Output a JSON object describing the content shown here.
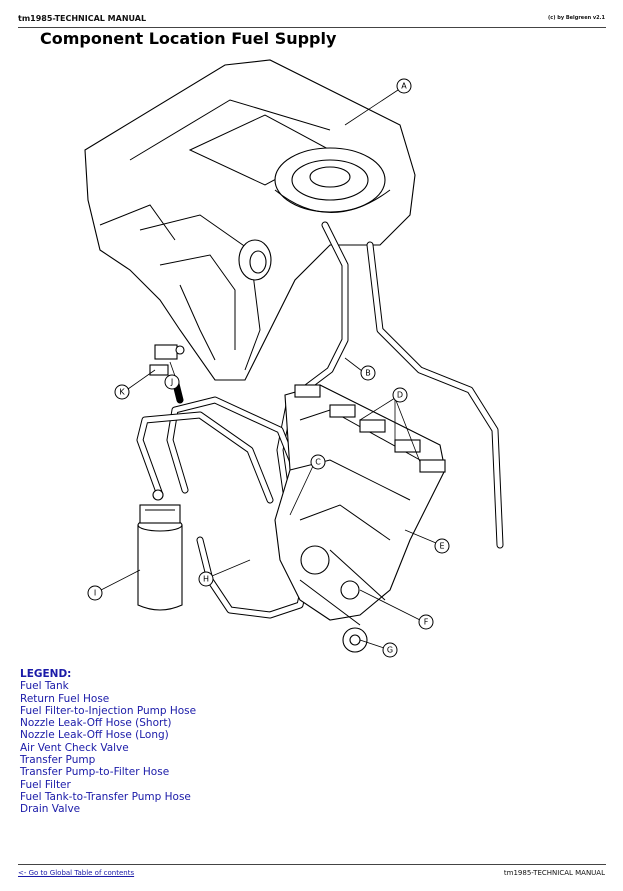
{
  "header": {
    "manual_title": "tm1985-TECHNICAL MANUAL",
    "watermark": "(c) by Belgreen v2.1"
  },
  "page": {
    "title": "Component Location Fuel Supply"
  },
  "figure": {
    "callouts": [
      "A",
      "B",
      "C",
      "D",
      "E",
      "F",
      "G",
      "H",
      "I",
      "J",
      "K"
    ]
  },
  "legend": {
    "title": "LEGEND:",
    "items": [
      "Fuel Tank",
      "Return Fuel Hose",
      "Fuel Filter-to-Injection Pump Hose",
      "Nozzle Leak-Off Hose (Short)",
      "Nozzle Leak-Off Hose (Long)",
      "Air Vent Check Valve",
      "Transfer Pump",
      "Transfer Pump-to-Filter Hose",
      "Fuel Filter",
      "Fuel Tank-to-Transfer Pump Hose",
      "Drain Valve"
    ]
  },
  "footer": {
    "link_text": "<- Go to Global Table of contents",
    "manual_title": "tm1985-TECHNICAL MANUAL"
  }
}
